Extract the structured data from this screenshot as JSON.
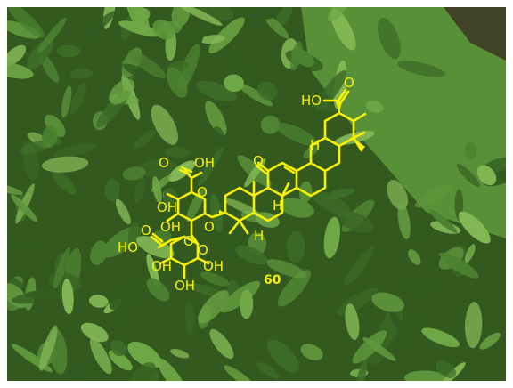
{
  "molecule": {
    "compound_number": "60",
    "labels": {
      "acid_top": "HO",
      "acid_top_o": "O",
      "h_upper": "H",
      "ketone_o": "O",
      "h_c9": "H",
      "h_c5": "H",
      "glycosidic_o": "O",
      "sugar1_ring_o": "O",
      "sugar1_cooh_o": "O",
      "sugar1_cooh_oh": "OH",
      "sugar1_oh_a": "OH",
      "sugar1_oh_b": "OH",
      "link_o": "O",
      "sugar2_ring_o": "O",
      "sugar2_cooh_ho": "HO",
      "sugar2_cooh_o": "O",
      "sugar2_oh_a": "OH",
      "sugar2_oh_b": "OH",
      "sugar2_oh_c": "OH"
    }
  },
  "colors": {
    "structure": "#f7f200",
    "foliage_dark": "#2a4d1d",
    "foliage_light": "#78a845",
    "lawn": "#5f9a3c"
  }
}
